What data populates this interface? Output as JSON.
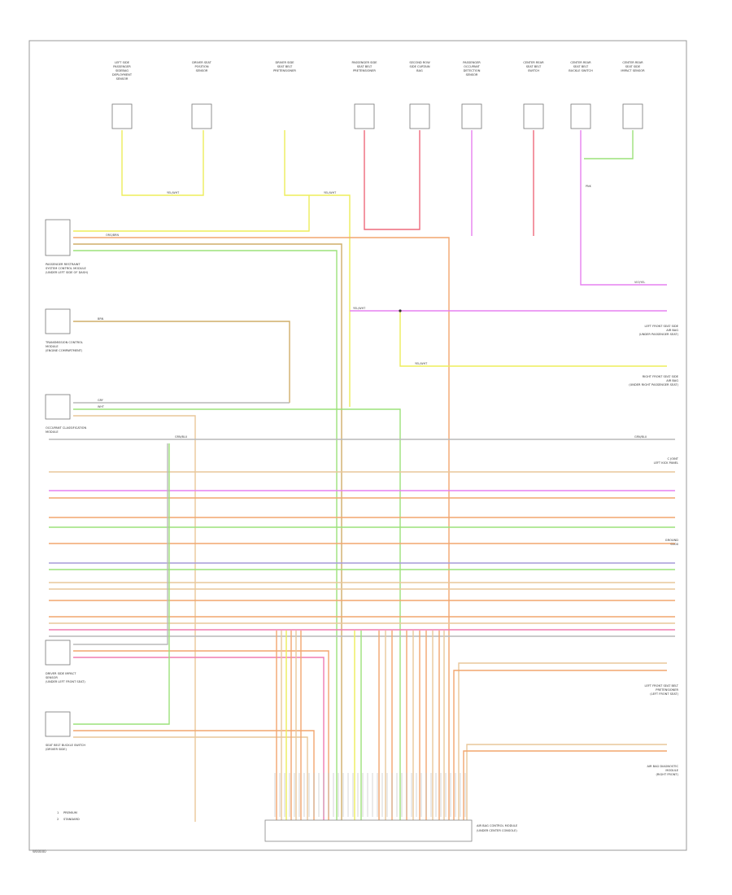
{
  "diagram": {
    "figure_id": "W00000",
    "colors": {
      "yellow": "#eded5a",
      "orange": "#f2a66e",
      "pink": "#f07cb0",
      "green": "#9ce27a",
      "violet": "#e680f0",
      "gray": "#b9b9b9",
      "olive": "#cfae69",
      "tan": "#e9c79a",
      "red": "#ee6a7c",
      "purple": "#a79cd8"
    },
    "top_components": [
      {
        "id": "c1",
        "name": "LEFT SIDE PASSENGER SIDEBAG DEPLOYMENT SENSOR"
      },
      {
        "id": "c2",
        "name": "DRIVER SEAT POSITION SENSOR"
      },
      {
        "id": "c3",
        "name": "DRIVER SIDE SEAT BELT PRETENSIONER"
      },
      {
        "id": "c4",
        "name": "PASSENGER SIDE SEAT BELT PRETENSIONER"
      },
      {
        "id": "c5",
        "name": "SECOND ROW SIDE CURTAIN BAG"
      },
      {
        "id": "c6",
        "name": "PASSENGER OCCUPANT DETECTION SENSOR"
      },
      {
        "id": "c7",
        "name": "CENTER REAR SEAT BELT SWITCH"
      },
      {
        "id": "c8",
        "name": "CENTER REAR SEAT BELT BUCKLE SWITCH"
      },
      {
        "id": "c9",
        "name": "CENTER REAR SEAT SIDE IMPACT SENSOR"
      }
    ],
    "left_modules": [
      {
        "id": "m1",
        "name": "PASSENGER RESTRAINT SYSTEM CONTROL MODULE",
        "loc": "(UNDER LEFT SIDE OF DASH)"
      },
      {
        "id": "m2",
        "name": "TRANSMISSION CONTROL MODULE",
        "loc": "(ENGINE COMPARTMENT)"
      },
      {
        "id": "m3",
        "name": "OCCUPANT CLASSIFICATION MODULE",
        "loc": ""
      },
      {
        "id": "m4",
        "name": "DRIVER SIDE IMPACT SENSOR",
        "loc": "(UNDER LEFT FRONT SEAT)"
      },
      {
        "id": "m5",
        "name": "SEAT BELT BUCKLE SWITCH",
        "loc": "(DRIVER SIDE)"
      }
    ],
    "right_labels": [
      {
        "id": "r1",
        "name": "LEFT FRONT SEAT SIDE AIR BAG",
        "loc": "(UNDER PASSENGER SEAT)"
      },
      {
        "id": "r2",
        "name": "RIGHT FRONT SEAT SIDE AIR BAG",
        "loc": "(UNDER RIGHT PASSENGER SEAT)"
      },
      {
        "id": "r3",
        "name": "C JOINT",
        "loc": "LEFT KICK PANEL"
      },
      {
        "id": "r4",
        "name": "GROUND",
        "loc": "G100"
      },
      {
        "id": "r5",
        "name": "LEFT FRONT SEAT BELT PRETENSIONER",
        "loc": "(LEFT FRONT SEAT)"
      },
      {
        "id": "r6",
        "name": "AIR BAG DIAGNOSTIC MODULE",
        "loc": "(RIGHT FRONT)"
      }
    ],
    "bottom_connector": {
      "name": "AIR BAG CONTROL MODULE",
      "loc": "(UNDER CENTER CONSOLE)"
    },
    "legend": [
      {
        "id": "1",
        "text": "PREMIUM"
      },
      {
        "id": "2",
        "text": "STANDARD"
      }
    ],
    "wire_tags": {
      "yel_wht": "YEL/WHT",
      "org_brn": "ORG/BRN",
      "grn_blu": "GRN/BLU",
      "vio_yel": "VIO/YEL",
      "pnk": "PNK",
      "brn": "BRN",
      "gry": "GRY",
      "wht": "WHT"
    }
  }
}
